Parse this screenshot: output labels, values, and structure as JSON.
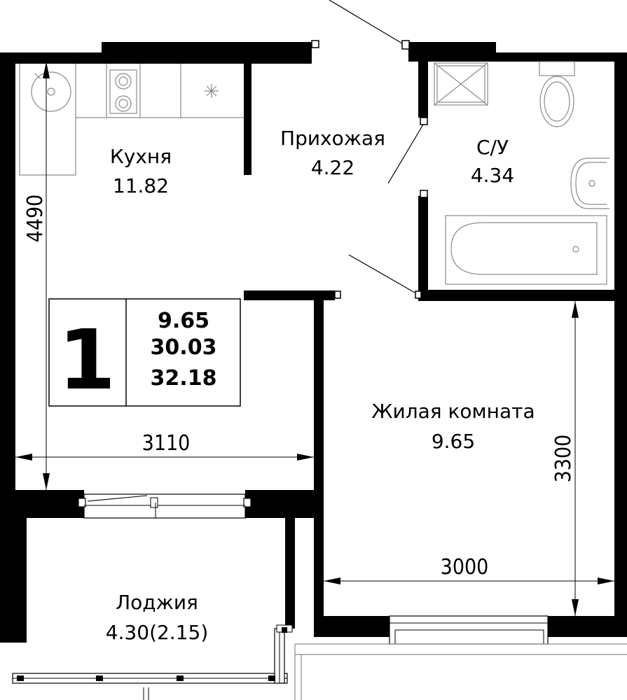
{
  "rooms": {
    "kitchen": {
      "name": "Кухня",
      "area": "11.82"
    },
    "hall": {
      "name": "Прихожая",
      "area": "4.22"
    },
    "bathroom": {
      "name": "С/У",
      "area": "4.34"
    },
    "living": {
      "name": "Жилая комната",
      "area": "9.65"
    },
    "loggia": {
      "name": "Лоджия",
      "area": "4.30(2.15)"
    }
  },
  "summary": {
    "rooms_count": "1",
    "living_area": "9.65",
    "total_area": "30.03",
    "total_area_with_loggia": "32.18"
  },
  "dimensions": {
    "kitchen_height": "4490",
    "kitchen_width": "3110",
    "living_height": "3300",
    "living_width": "3000"
  }
}
